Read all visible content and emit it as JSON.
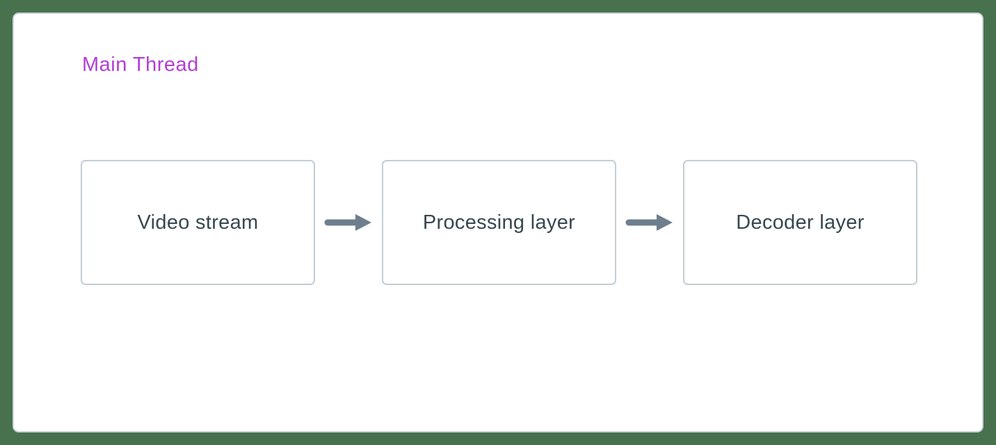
{
  "diagram": {
    "title": "Main Thread",
    "nodes": [
      {
        "label": "Video stream"
      },
      {
        "label": "Processing layer"
      },
      {
        "label": "Decoder layer"
      }
    ],
    "connections": [
      {
        "from": "Video stream",
        "to": "Processing layer",
        "type": "arrow-right"
      },
      {
        "from": "Processing layer",
        "to": "Decoder layer",
        "type": "arrow-right"
      }
    ],
    "colors": {
      "background": "#47724d",
      "panel_background": "#ffffff",
      "panel_border": "#c9d2d9",
      "title_text": "#b23ed6",
      "node_border": "#c2cdd6",
      "node_text": "#37474f",
      "arrow": "#6e7e8c"
    }
  }
}
